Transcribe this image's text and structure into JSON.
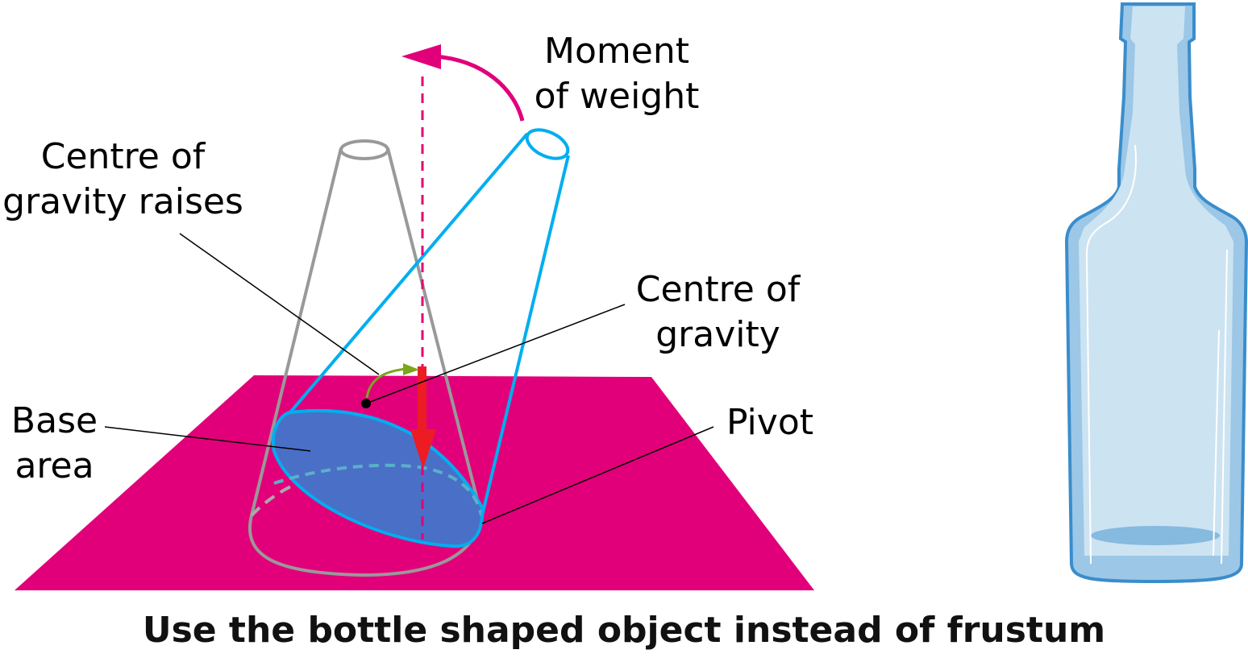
{
  "labels": {
    "moment_of_weight": [
      "Moment",
      "of weight"
    ],
    "centre_of_gravity_raises": [
      "Centre of",
      "gravity raises"
    ],
    "centre_of_gravity": [
      "Centre of",
      "gravity"
    ],
    "base_area": [
      "Base",
      "area"
    ],
    "pivot": "Pivot"
  },
  "caption": "Use the bottle shaped object instead of frustum",
  "colors": {
    "plane": "#e2007a",
    "upright_frustum": "#999999",
    "tilted_frustum": "#00aeef",
    "base_area_fill": "#4a6fc7",
    "weight_arrow": "#ed1c24",
    "moment_arrow": "#e2007a",
    "cog_shift_arrow": "#7aa61c",
    "bottle_fill": "#cce3f2",
    "bottle_edge": "#3a8dcc"
  }
}
